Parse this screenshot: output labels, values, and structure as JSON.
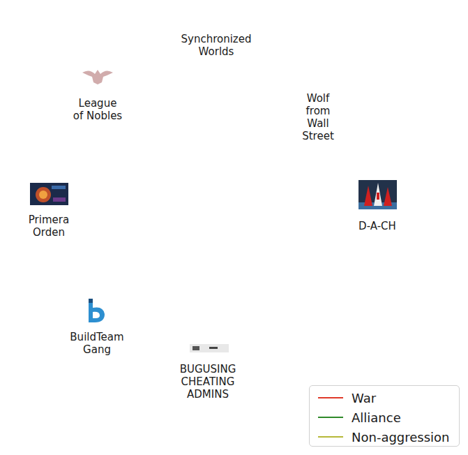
{
  "diagram": {
    "nodes": [
      {
        "text": [
          "Synchronized Worlds"
        ]
      },
      {
        "text": [
          "League of Nobles"
        ]
      },
      {
        "text": [
          "Wolf from Wall Street"
        ]
      },
      {
        "text": [
          "Primera Orden"
        ]
      },
      {
        "text": [
          "D-A-CH"
        ]
      },
      {
        "text": [
          "BuildTeam Gang"
        ]
      },
      {
        "text": []
      },
      {
        "text": [
          "BUGUSING CHEATING ADMINS"
        ]
      }
    ],
    "edges": [
      {
        "from": 1,
        "to": 0,
        "arrow": "none"
      },
      {
        "from": 0,
        "to": 2,
        "arrow": "none"
      },
      {
        "from": 0,
        "to": 5,
        "arrow": "none"
      },
      {
        "from": 1,
        "to": 5,
        "arrow": "none"
      },
      {
        "from": 4,
        "to": 5,
        "arrow": "none"
      },
      {
        "from": 4,
        "to": 6,
        "arrow": "none"
      }
    ],
    "legend": [
      {
        "text": "War"
      },
      {
        "text": "Alliance"
      },
      {
        "text": "Non-aggression"
      }
    ]
  }
}
